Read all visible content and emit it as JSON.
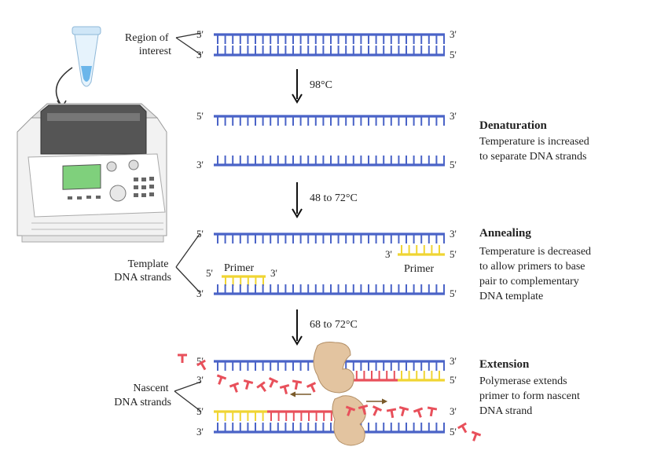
{
  "strand_ends": {
    "five": "5'",
    "three": "3'"
  },
  "labels": {
    "region_of_interest": [
      "Region of",
      "interest"
    ],
    "template_strands": [
      "Template",
      "DNA strands"
    ],
    "nascent_strands": [
      "Nascent",
      "DNA strands"
    ],
    "primer": "Primer"
  },
  "temperatures": [
    "98°C",
    "48 to 72°C",
    "68 to 72°C"
  ],
  "steps": [
    {
      "title": "Denaturation",
      "desc": [
        "Temperature is increased",
        "to separate DNA strands"
      ]
    },
    {
      "title": "Annealing",
      "desc": [
        "Temperature is decreased",
        "to allow primers to base",
        "pair to complementary",
        "DNA template"
      ]
    },
    {
      "title": "Extension",
      "desc": [
        "Polymerase extends",
        "primer to form nascent",
        "DNA strand"
      ]
    }
  ],
  "colors": {
    "template_strand": "#4a63c7",
    "primer": "#f0d533",
    "nascent": "#e8505b",
    "polymerase": "#e3c4a0",
    "machine_screen": "#7fd07c"
  }
}
